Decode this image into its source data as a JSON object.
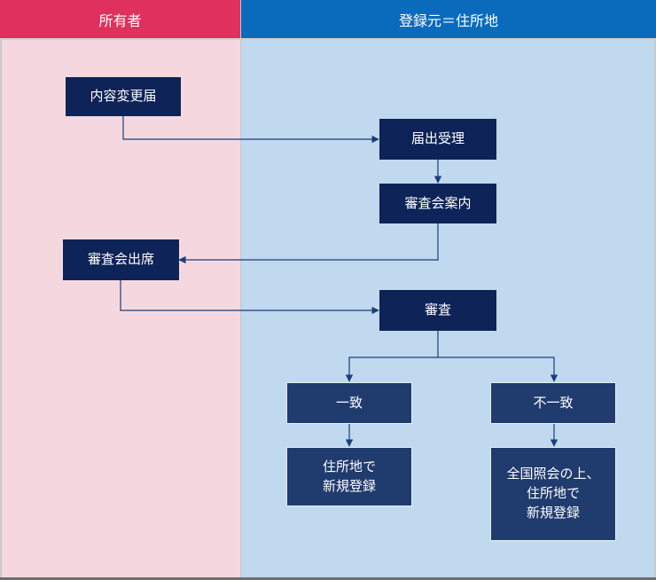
{
  "lanes": {
    "owner": "所有者",
    "registry": "登録元＝住所地"
  },
  "nodes": {
    "change_notice": "内容変更届",
    "receipt": "届出受理",
    "review_notice": "審査会案内",
    "attend_review": "審査会出席",
    "review": "審査",
    "match": "一致",
    "mismatch": "不一致",
    "register_new": "住所地で\n新規登録",
    "check_then_register": "全国照会の上、\n住所地で\n新規登録"
  },
  "colors": {
    "owner_header": "#e0305d",
    "registry_header": "#0a6bbd",
    "owner_lane": "#f5d8df",
    "registry_lane": "#c0d9ee",
    "box_dark": "#0e2357",
    "box_mid": "#203b6e",
    "connector": "#1b3f7a"
  }
}
